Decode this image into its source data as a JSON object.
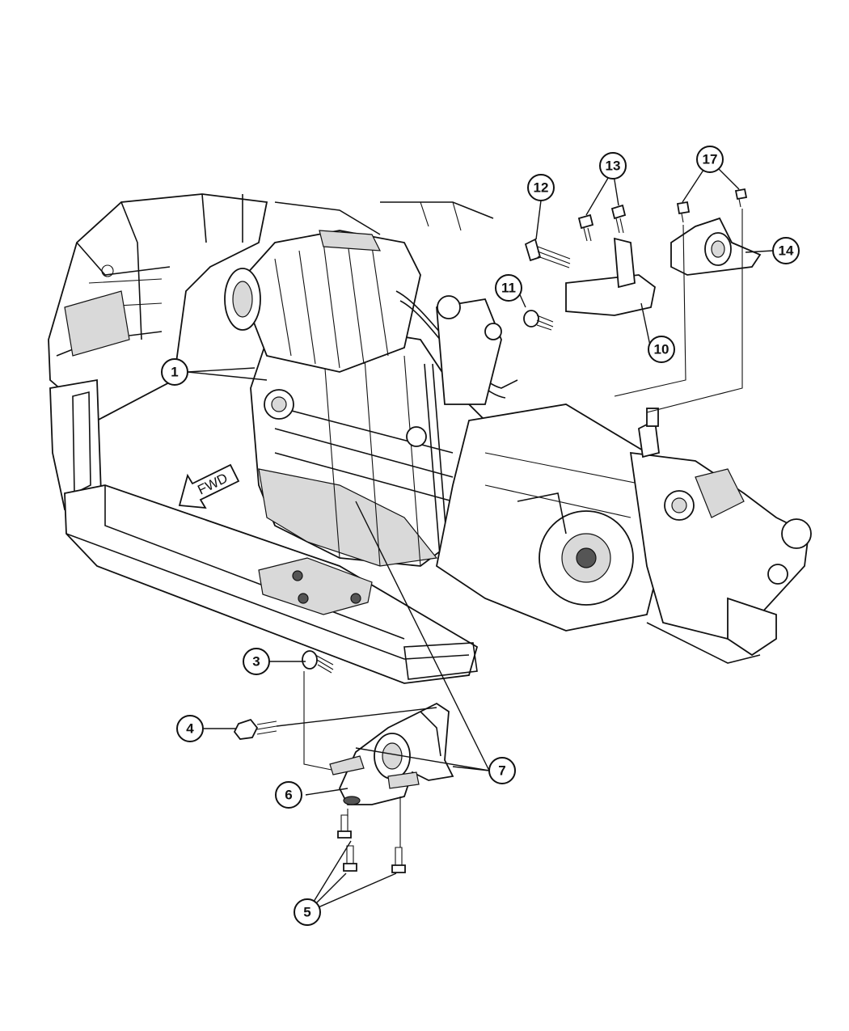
{
  "callouts": {
    "c1": "1",
    "c3": "3",
    "c4": "4",
    "c5": "5",
    "c6": "6",
    "c7": "7",
    "c10": "10",
    "c11": "11",
    "c12": "12",
    "c13": "13",
    "c14": "14",
    "c17": "17"
  },
  "direction_label": "FWD"
}
